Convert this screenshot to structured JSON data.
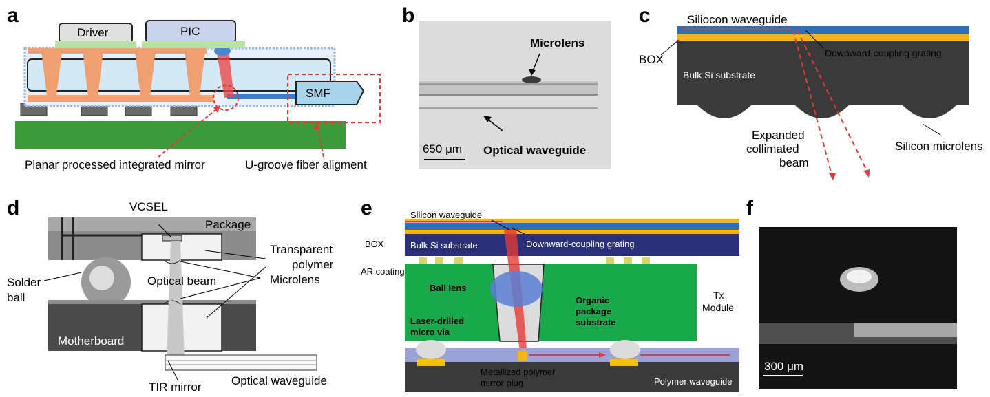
{
  "panel_letters": {
    "a": "a",
    "b": "b",
    "c": "c",
    "d": "d",
    "e": "e",
    "f": "f"
  },
  "panel_a": {
    "driver": "Driver",
    "pic": "PIC",
    "smf": "SMF",
    "mirror_caption": "Planar processed integrated mirror",
    "ugroove_caption": "U-groove fiber aligment"
  },
  "panel_b": {
    "microlens": "Microlens",
    "waveguide": "Optical waveguide",
    "scale": "650 μm"
  },
  "panel_c": {
    "waveguide": "Siliocon waveguide",
    "box": "BOX",
    "grating": "Downward-coupling grating",
    "substrate": "Bulk Si substrate",
    "beam_line1": "Expanded",
    "beam_line2": "collimated",
    "beam_line3": "beam",
    "microlens": "Silicon microlens"
  },
  "panel_d": {
    "vcsel": "VCSEL",
    "package": "Package",
    "transparent_line1": "Transparent",
    "transparent_line2": "polymer",
    "solder_line1": "Solder",
    "solder_line2": "ball",
    "optical_beam": "Optical beam",
    "microlens": "Microlens",
    "motherboard": "Motherboard",
    "tir": "TIR mirror",
    "waveguide": "Optical waveguide"
  },
  "panel_e": {
    "si_waveguide": "Silicon waveguide",
    "box": "BOX",
    "substrate": "Bulk Si substrate",
    "grating": "Downward-coupling grating",
    "ar": "AR coating",
    "ball_lens": "Ball lens",
    "organic_line1": "Organic",
    "organic_line2": "package",
    "organic_line3": "substrate",
    "tx_line1": "Tx",
    "tx_line2": "Module",
    "laser_line1": "Laser-drilled",
    "laser_line2": "micro via",
    "plug_line1": "Metallized polymer",
    "plug_line2": "mirror plug",
    "polymer_wg": "Polymer waveguide"
  },
  "panel_f": {
    "scale": "300 μm"
  },
  "colors": {
    "pic_fill": "#c9d3ec",
    "copper": "#f0a070",
    "pcb_green": "#3b9a3a",
    "si_blue": "#2f6fb8",
    "box_yellow": "#f4b41a",
    "substrate_dark": "#3a3a3a",
    "beam_red": "#e53935",
    "pkg_green": "#18a94a",
    "navy": "#2a2f7a"
  }
}
